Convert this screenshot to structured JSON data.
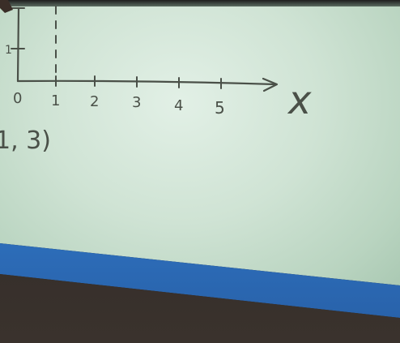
{
  "axis": {
    "x_label": "x",
    "tick_labels": [
      "0",
      "1",
      "2",
      "3",
      "4",
      "5"
    ],
    "y_tick_label": "1"
  },
  "note": {
    "text": "1, 3)"
  },
  "colors": {
    "board": "#d6e8da",
    "frame": "#2f72c0",
    "ink": "#4a5048"
  }
}
